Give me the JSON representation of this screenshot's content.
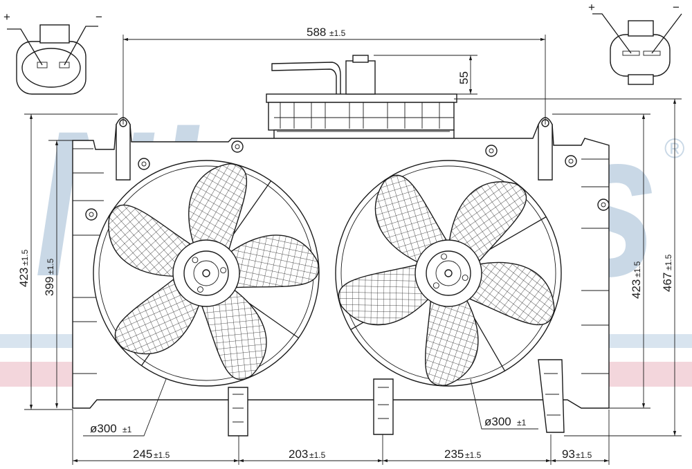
{
  "watermark": {
    "text": "Nissens",
    "registered": "®",
    "color": "#c9d8e6",
    "stripe_blue": "#d8e4ef",
    "stripe_pink": "#f3d6dc"
  },
  "connectors": {
    "left": {
      "plus": "+",
      "minus": "−"
    },
    "right": {
      "plus": "+",
      "minus": "−"
    }
  },
  "dimensions": {
    "top_width": {
      "value": "588",
      "tol": "±1.5"
    },
    "tank_height": {
      "value": "55"
    },
    "left_outer_height": {
      "value": "423",
      "tol": "±1.5"
    },
    "left_inner_height": {
      "value": "399",
      "tol": "±1.5"
    },
    "right_inner_height": {
      "value": "423",
      "tol": "±1.5"
    },
    "right_outer_height": {
      "value": "467",
      "tol": "±1.5"
    },
    "fan_left_diameter": {
      "value": "ø300",
      "tol": "±1"
    },
    "fan_right_diameter": {
      "value": "ø300",
      "tol": "±1"
    },
    "bottom_1": {
      "value": "245",
      "tol": "±1.5"
    },
    "bottom_2": {
      "value": "203",
      "tol": "±1.5"
    },
    "bottom_3": {
      "value": "235",
      "tol": "±1.5"
    },
    "bottom_4": {
      "value": "93",
      "tol": "±1.5"
    }
  }
}
